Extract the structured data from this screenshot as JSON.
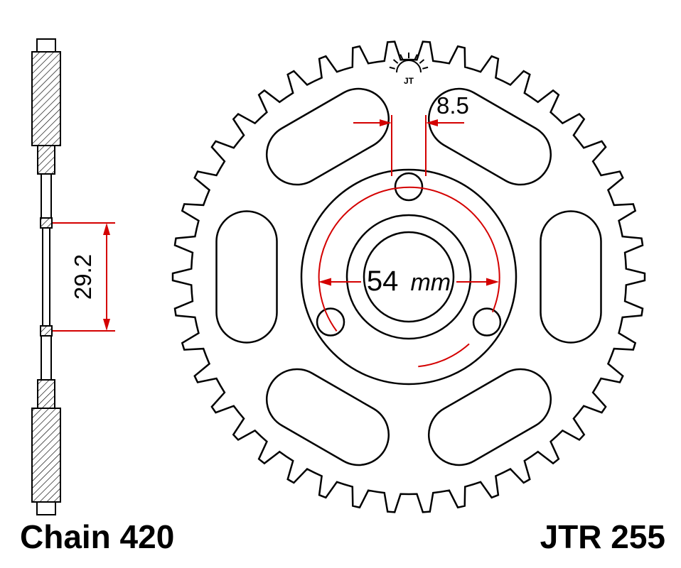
{
  "drawing": {
    "footer": {
      "chain_label": "Chain 420",
      "part_number": "JTR 255"
    },
    "dimensions": {
      "hole_diameter": "8.5",
      "section_width": "29.2",
      "bolt_circle_value": "54",
      "bolt_circle_unit": "mm"
    },
    "logo_text": "JT",
    "colors": {
      "line": "#000000",
      "dimension_red": "#d40000"
    }
  }
}
